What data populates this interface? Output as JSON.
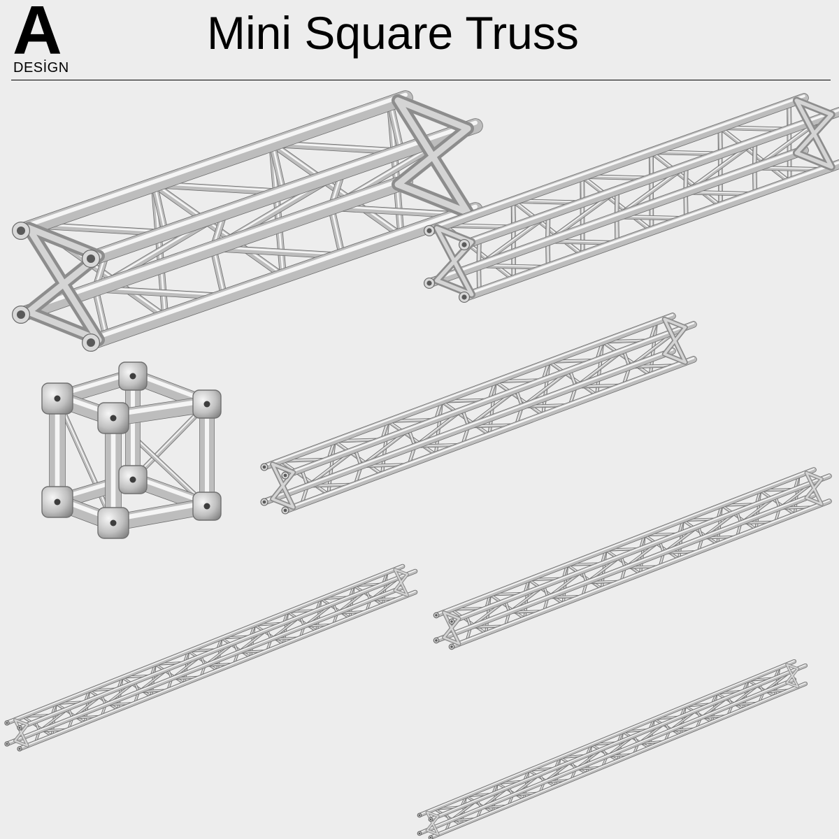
{
  "logo": {
    "letter": "A",
    "text": "DESİGN"
  },
  "title": "Mini Square Truss",
  "colors": {
    "background": "#ededed",
    "rule": "#000000",
    "metal_light": "#f2f2f2",
    "metal_mid": "#bdbdbd",
    "metal_dark": "#7a7a7a"
  }
}
